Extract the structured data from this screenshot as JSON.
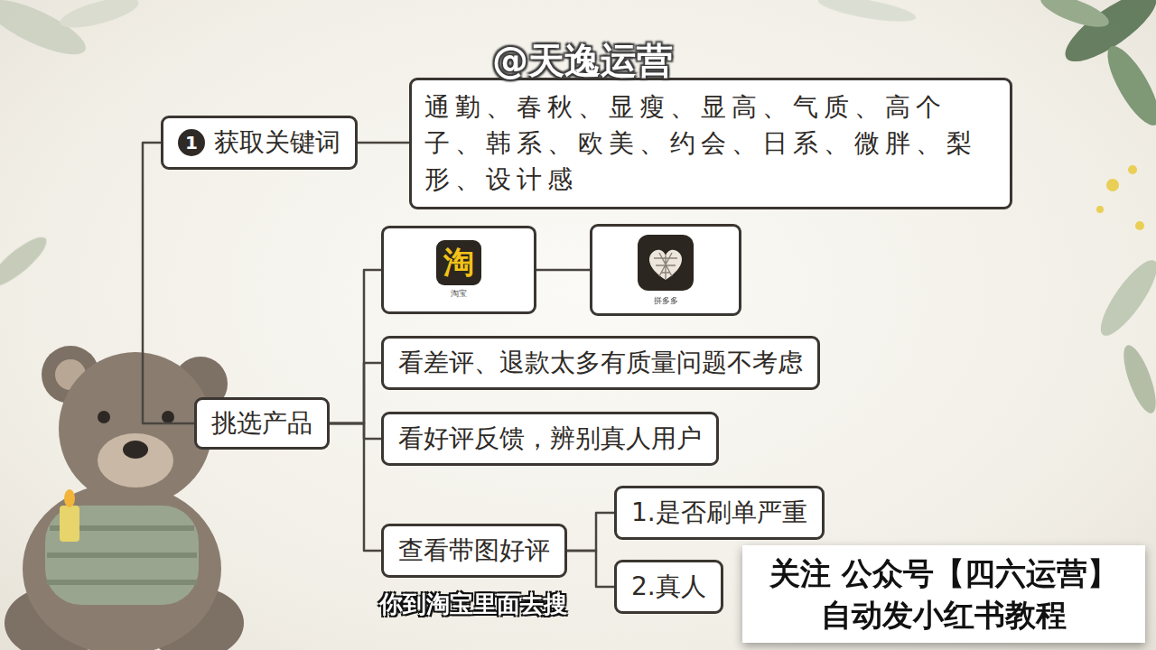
{
  "diagram": {
    "nodes": [
      {
        "text": [
          "1",
          "获取关键词"
        ]
      },
      {
        "text": [
          "通勤、春秋、显瘦、显高、气质、高个子、韩系、欧美、约会、日系、微胖、梨形、设计感"
        ]
      },
      {
        "text": [
          "挑选产品"
        ]
      },
      {
        "text": [
          "淘",
          "淘宝"
        ]
      },
      {
        "text": [
          "拼多多"
        ]
      },
      {
        "text": [
          "看差评、退款太多有质量问题不考虑"
        ]
      },
      {
        "text": [
          "看好评反馈，辨别真人用户"
        ]
      },
      {
        "text": [
          "查看带图好评"
        ]
      },
      {
        "text": [
          "1.是否刷单严重"
        ]
      },
      {
        "text": [
          "2.真人"
        ]
      },
      {
        "text": [
          "关注 公众号【四六运营】",
          "自动发小红书教程"
        ]
      }
    ],
    "edges": [
      {
        "from": 0,
        "to": 2,
        "arrow": "none"
      },
      {
        "from": 0,
        "to": 1,
        "arrow": "none"
      },
      {
        "from": 2,
        "to": 3,
        "arrow": "none"
      },
      {
        "from": 2,
        "to": 5,
        "arrow": "none"
      },
      {
        "from": 2,
        "to": 6,
        "arrow": "none"
      },
      {
        "from": 2,
        "to": 7,
        "arrow": "none"
      },
      {
        "from": 3,
        "to": 4,
        "arrow": "none"
      },
      {
        "from": 7,
        "to": 8,
        "arrow": "none"
      },
      {
        "from": 7,
        "to": 9,
        "arrow": "none"
      }
    ],
    "labels": [
      "@天逸运营",
      "你到淘宝里面去搜"
    ]
  }
}
